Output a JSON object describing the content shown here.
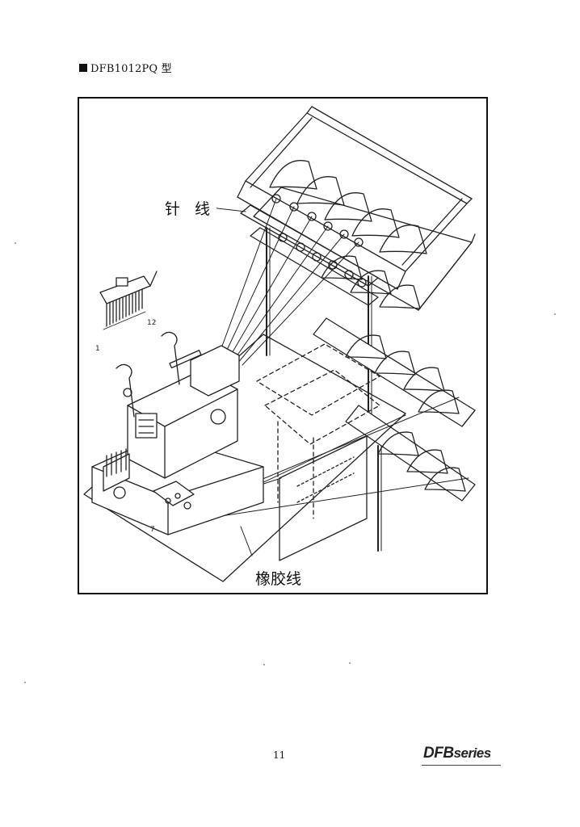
{
  "page": {
    "heading": "DFB1012PQ 型",
    "page_number": "11",
    "logo": {
      "main": "DFB",
      "suffix": "series"
    }
  },
  "figure": {
    "callouts": {
      "needle_thread": "针 线",
      "elastic_thread": "橡胶线"
    },
    "needle_bar_labels": {
      "first": "1",
      "last": "12"
    },
    "small_mark": "7"
  }
}
